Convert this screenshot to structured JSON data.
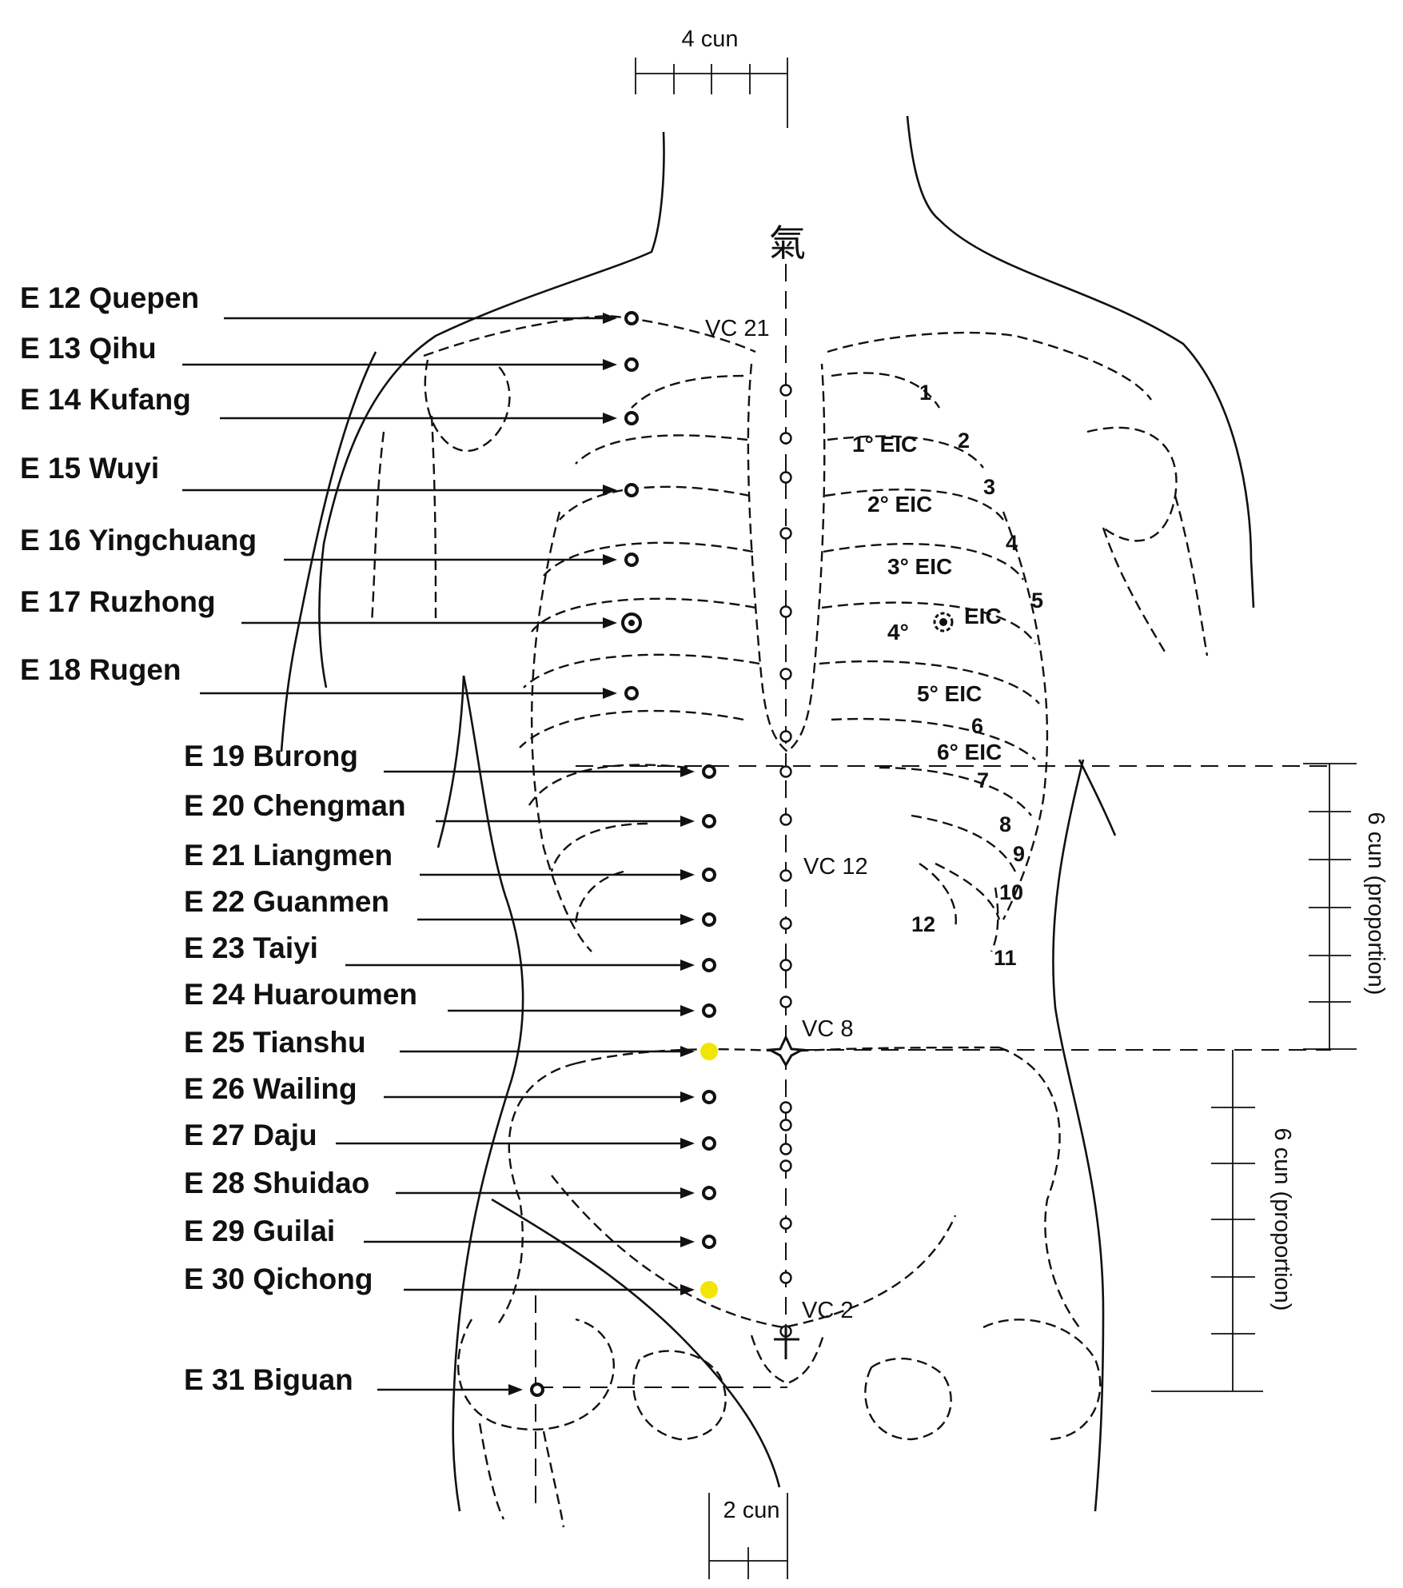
{
  "scales": {
    "top": "4 cun",
    "bottom": "2 cun",
    "right_upper": "6 cun (proportion)",
    "right_lower": "6 cun (proportion)"
  },
  "qi_glyph": "氣",
  "accent_color": "#f2e600",
  "stomach_points": [
    {
      "label": "E 12 Quepen",
      "highlight": false
    },
    {
      "label": "E 13 Qihu",
      "highlight": false
    },
    {
      "label": "E 14 Kufang",
      "highlight": false
    },
    {
      "label": "E 15 Wuyi",
      "highlight": false
    },
    {
      "label": "E 16 Yingchuang",
      "highlight": false
    },
    {
      "label": "E 17 Ruzhong",
      "highlight": false
    },
    {
      "label": "E 18 Rugen",
      "highlight": false
    },
    {
      "label": "E 19 Burong",
      "highlight": false
    },
    {
      "label": "E 20 Chengman",
      "highlight": false
    },
    {
      "label": "E 21 Liangmen",
      "highlight": false
    },
    {
      "label": "E 22 Guanmen",
      "highlight": false
    },
    {
      "label": "E 23 Taiyi",
      "highlight": false
    },
    {
      "label": "E 24 Huaroumen",
      "highlight": false
    },
    {
      "label": "E 25 Tianshu",
      "highlight": true
    },
    {
      "label": "E 26 Wailing",
      "highlight": false
    },
    {
      "label": "E 27 Daju",
      "highlight": false
    },
    {
      "label": "E 28 Shuidao",
      "highlight": false
    },
    {
      "label": "E 29 Guilai",
      "highlight": false
    },
    {
      "label": "E 30 Qichong",
      "highlight": true
    },
    {
      "label": "E 31 Biguan",
      "highlight": false
    }
  ],
  "vc_labels": {
    "vc21": "VC 21",
    "vc12": "VC 12",
    "vc8": "VC 8",
    "vc2": "VC 2"
  },
  "eic_labels": [
    "1° EIC",
    "2° EIC",
    "3° EIC",
    "4°",
    "EIC",
    "5° EIC",
    "6° EIC"
  ],
  "rib_numbers": [
    "1",
    "2",
    "3",
    "4",
    "5",
    "6",
    "7",
    "8",
    "9",
    "10",
    "11",
    "12"
  ]
}
